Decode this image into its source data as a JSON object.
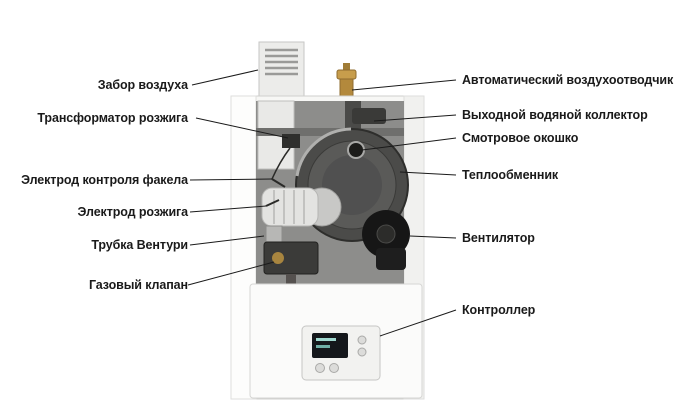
{
  "diagram": {
    "labels_left": [
      {
        "text": "Забор воздуха"
      },
      {
        "text": "Трансформатор розжига"
      },
      {
        "text": "Электрод контроля факела"
      },
      {
        "text": "Электрод розжига"
      },
      {
        "text": "Трубка Вентури"
      },
      {
        "text": "Газовый клапан"
      }
    ],
    "labels_right": [
      {
        "text": "Автоматический воздухоотводчик"
      },
      {
        "text": "Выходной водяной коллектор"
      },
      {
        "text": "Смотровое окошко"
      },
      {
        "text": "Теплообменник"
      },
      {
        "text": "Вентилятор"
      },
      {
        "text": "Контроллер"
      }
    ]
  },
  "colors": {
    "label_text": "#1a1a1a",
    "callout_line": "#1a1a1a",
    "cabinet_white": "#f7f7f5",
    "interior_gray": "#8d8d8b",
    "drum_dark": "#4b4b49",
    "brass_vent": "#b3893c",
    "fan_black": "#161616"
  }
}
